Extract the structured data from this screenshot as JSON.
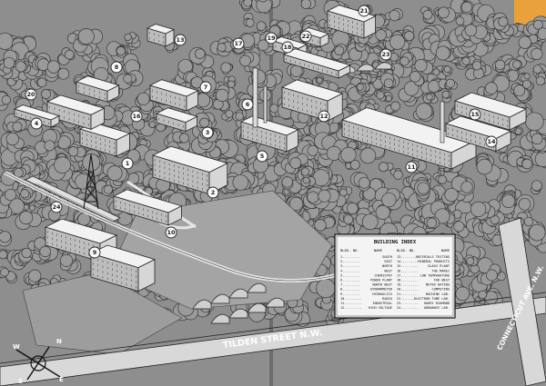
{
  "streets": {
    "tilden": "TILDEN STREET N.W.",
    "connecticut": "CONNECTICUT AVE. N.W."
  },
  "compass": {
    "n": "N",
    "s": "S",
    "e": "E",
    "w": "W"
  },
  "index": {
    "title": "BUILDING INDEX",
    "header_left_no": "BLDG. NO.",
    "header_left_name": "NAME",
    "header_right_no": "BLDG. NO.",
    "header_right_name": "NAME",
    "left": [
      {
        "no": "1",
        "name": "SOUTH"
      },
      {
        "no": "2",
        "name": "EAST"
      },
      {
        "no": "3",
        "name": "NORTH"
      },
      {
        "no": "4",
        "name": "WEST"
      },
      {
        "no": "5",
        "name": "CHEMISTRY"
      },
      {
        "no": "6",
        "name": "POWER PLANT"
      },
      {
        "no": "7",
        "name": "NORTH WEST"
      },
      {
        "no": "8",
        "name": "DYNAMOMETER"
      },
      {
        "no": "9",
        "name": "HYDRAULICS"
      },
      {
        "no": "10",
        "name": "RADIO"
      },
      {
        "no": "11",
        "name": "INDUSTRIAL"
      },
      {
        "no": "12",
        "name": "HIGH VOLTAGE"
      }
    ],
    "right": [
      {
        "no": "13",
        "name": "MATERIALS TESTING"
      },
      {
        "no": "14",
        "name": "MINERAL PRODUCTS"
      },
      {
        "no": "15",
        "name": "GLASS PLANT"
      },
      {
        "no": "16",
        "name": "THE MAREC"
      },
      {
        "no": "17",
        "name": "LOW TEMPERATURE"
      },
      {
        "no": "18",
        "name": "FAR WEST"
      },
      {
        "no": "19",
        "name": "METER RATING"
      },
      {
        "no": "20",
        "name": "COMPUTING"
      },
      {
        "no": "21",
        "name": "MACHINE LAB."
      },
      {
        "no": "22",
        "name": "ELECTRON TUBE LAB."
      },
      {
        "no": "23",
        "name": "HARRY DIAMOND"
      },
      {
        "no": "24",
        "name": "ORDNANCE LAB."
      }
    ]
  },
  "markers": [
    "1",
    "2",
    "3",
    "4",
    "5",
    "6",
    "7",
    "8",
    "9",
    "10",
    "11",
    "12",
    "13",
    "14",
    "15",
    "16",
    "17",
    "18",
    "19",
    "20",
    "21",
    "22",
    "23",
    "24"
  ]
}
